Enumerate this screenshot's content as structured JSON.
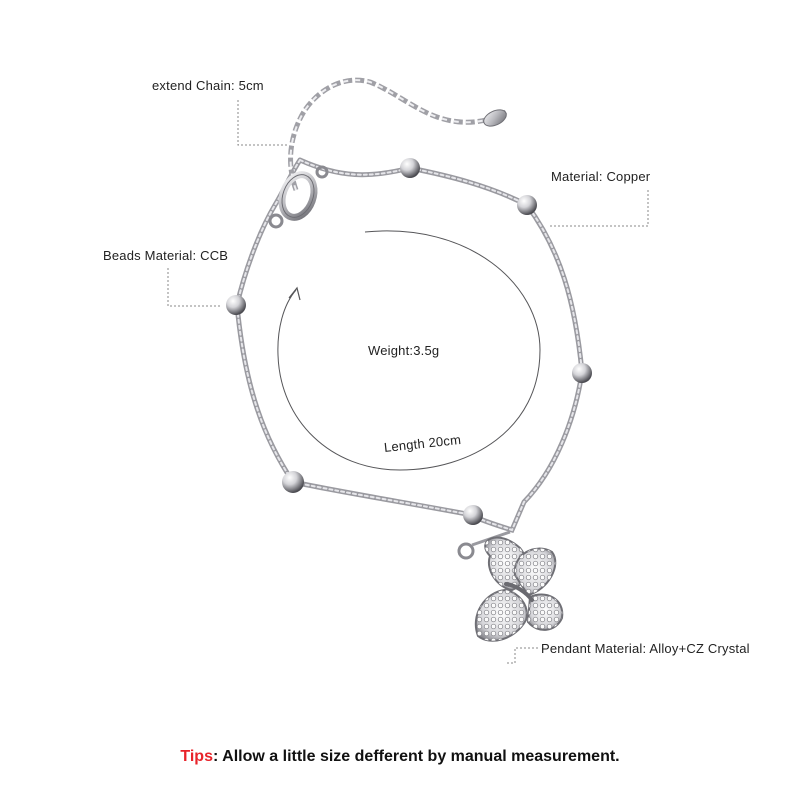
{
  "labels": {
    "extend_chain": "extend Chain: 5cm",
    "material": "Material: Copper",
    "beads_material": "Beads Material: CCB",
    "weight": "Weight:3.5g",
    "length": "Length 20cm",
    "pendant_material": "Pendant Material: Alloy+CZ Crystal"
  },
  "tips": {
    "keyword": "Tips",
    "text": ": Allow a little size defferent by manual measurement."
  },
  "colors": {
    "tips_keyword": "#e8232a",
    "text": "#222222",
    "leader_line": "#888888",
    "silver": "#c8c8cc"
  }
}
